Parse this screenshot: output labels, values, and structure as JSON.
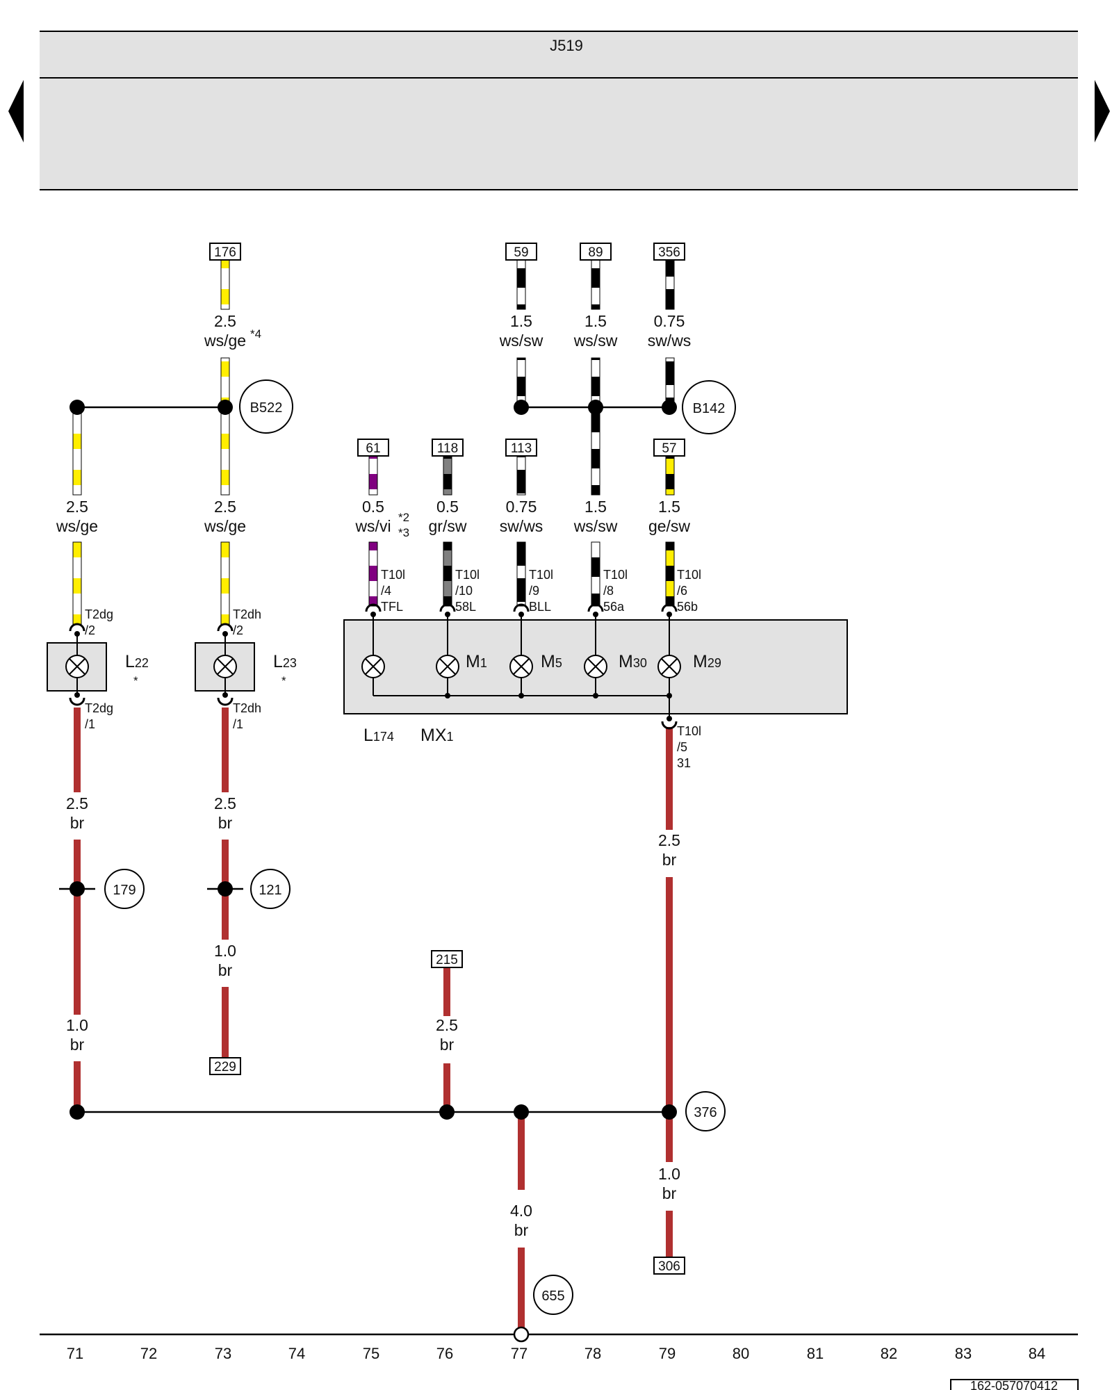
{
  "header": {
    "title": "J519"
  },
  "nav": {
    "prev_icon": "triangle-left-icon",
    "next_icon": "triangle-right-icon"
  },
  "colors": {
    "br": "#b03030",
    "ge": "#ffee00",
    "vi": "#800080",
    "gr": "#808080",
    "sw": "#000000",
    "ws": "#ffffff",
    "panel": "#e2e2e2"
  },
  "top_refs": [
    {
      "id": "ref-176",
      "label": "176"
    },
    {
      "id": "ref-59",
      "label": "59"
    },
    {
      "id": "ref-89",
      "label": "89"
    },
    {
      "id": "ref-356",
      "label": "356"
    }
  ],
  "mid_refs": [
    {
      "id": "ref-61",
      "label": "61"
    },
    {
      "id": "ref-118",
      "label": "118"
    },
    {
      "id": "ref-113",
      "label": "113"
    },
    {
      "id": "ref-57",
      "label": "57"
    }
  ],
  "bottom_refs": [
    {
      "id": "ref-215",
      "label": "215"
    },
    {
      "id": "ref-229",
      "label": "229"
    },
    {
      "id": "ref-306",
      "label": "306"
    }
  ],
  "circles": [
    {
      "id": "B522",
      "label": "B522"
    },
    {
      "id": "B142",
      "label": "B142"
    },
    {
      "id": "179",
      "label": "179"
    },
    {
      "id": "121",
      "label": "121"
    },
    {
      "id": "376",
      "label": "376"
    },
    {
      "id": "655",
      "label": "655"
    }
  ],
  "wires": [
    {
      "id": "w176",
      "size": "2.5",
      "color": "ws/ge",
      "note": "*4"
    },
    {
      "id": "w59",
      "size": "1.5",
      "color": "ws/sw"
    },
    {
      "id": "w89",
      "size": "1.5",
      "color": "ws/sw"
    },
    {
      "id": "w356",
      "size": "0.75",
      "color": "sw/ws"
    },
    {
      "id": "wL22",
      "size": "2.5",
      "color": "ws/ge"
    },
    {
      "id": "wL23",
      "size": "2.5",
      "color": "ws/ge"
    },
    {
      "id": "w61",
      "size": "0.5",
      "color": "ws/vi",
      "note1": "*2",
      "note2": "*3"
    },
    {
      "id": "w118",
      "size": "0.5",
      "color": "gr/sw"
    },
    {
      "id": "w113",
      "size": "0.75",
      "color": "sw/ws"
    },
    {
      "id": "wM30",
      "size": "1.5",
      "color": "ws/sw"
    },
    {
      "id": "w57",
      "size": "1.5",
      "color": "ge/sw"
    },
    {
      "id": "wL22b",
      "size": "2.5",
      "color": "br"
    },
    {
      "id": "wL23b",
      "size": "2.5",
      "color": "br"
    },
    {
      "id": "wMXb",
      "size": "2.5",
      "color": "br"
    },
    {
      "id": "w179d",
      "size": "1.0",
      "color": "br"
    },
    {
      "id": "w121d",
      "size": "1.0",
      "color": "br"
    },
    {
      "id": "w215",
      "size": "2.5",
      "color": "br"
    },
    {
      "id": "w655",
      "size": "4.0",
      "color": "br"
    },
    {
      "id": "w306",
      "size": "1.0",
      "color": "br"
    }
  ],
  "connectors": [
    {
      "id": "c-L22-top",
      "name": "T2dg",
      "pin": "/2"
    },
    {
      "id": "c-L22-bot",
      "name": "T2dg",
      "pin": "/1"
    },
    {
      "id": "c-L23-top",
      "name": "T2dh",
      "pin": "/2"
    },
    {
      "id": "c-L23-bot",
      "name": "T2dh",
      "pin": "/1"
    },
    {
      "id": "c-TFL",
      "name": "T10l",
      "pin": "/4",
      "func": "TFL"
    },
    {
      "id": "c-58L",
      "name": "T10l",
      "pin": "/10",
      "func": "58L"
    },
    {
      "id": "c-BLL",
      "name": "T10l",
      "pin": "/9",
      "func": "BLL"
    },
    {
      "id": "c-56a",
      "name": "T10l",
      "pin": "/8",
      "func": "56a"
    },
    {
      "id": "c-56b",
      "name": "T10l",
      "pin": "/6",
      "func": "56b"
    },
    {
      "id": "c-31",
      "name": "T10l",
      "pin": "/5",
      "func": "31"
    }
  ],
  "components": {
    "L22": {
      "main": "L",
      "sub": "22",
      "note": "*"
    },
    "L23": {
      "main": "L",
      "sub": "23",
      "note": "*"
    },
    "L174": {
      "main": "L",
      "sub": "174"
    },
    "MX1": {
      "main": "MX",
      "sub": "1"
    },
    "M1": {
      "main": "M",
      "sub": "1"
    },
    "M5": {
      "main": "M",
      "sub": "5"
    },
    "M30": {
      "main": "M",
      "sub": "30"
    },
    "M29": {
      "main": "M",
      "sub": "29"
    }
  },
  "footer": {
    "columns": [
      "71",
      "72",
      "73",
      "74",
      "75",
      "76",
      "77",
      "78",
      "79",
      "80",
      "81",
      "82",
      "83",
      "84"
    ],
    "doc_id": "162-057070412"
  }
}
